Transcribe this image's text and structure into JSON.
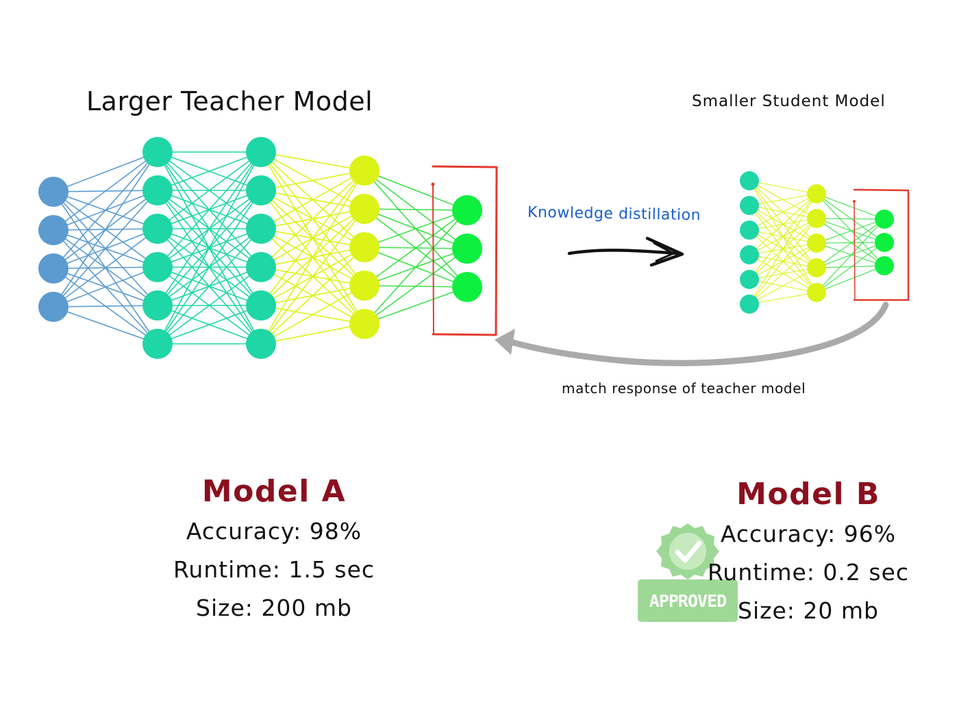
{
  "teacher": {
    "title": "Larger Teacher Model"
  },
  "student": {
    "title": "Smaller Student Model"
  },
  "distillation": {
    "label": "Knowledge distillation"
  },
  "feedback": {
    "label": "match response of teacher model"
  },
  "model_a": {
    "title": "Model A",
    "accuracy": "Accuracy: 98%",
    "runtime": "Runtime: 1.5 sec",
    "size": "Size: 200 mb"
  },
  "model_b": {
    "title": "Model B",
    "accuracy": "Accuracy: 96%",
    "runtime": "Runtime: 0.2 sec",
    "size": "Size: 20 mb"
  },
  "stamp": {
    "label": "APPROVED"
  },
  "teacher_network": {
    "layer_sizes": [
      4,
      6,
      6,
      5,
      3
    ]
  },
  "student_network": {
    "layer_sizes": [
      6,
      5,
      3
    ]
  },
  "colors": {
    "layer1": "#5b9bd0",
    "layer2": "#1ed6a6",
    "layer3": "#1ed6a6",
    "layer4": "#dcf317",
    "output": "#0ef03f",
    "edge_blue": "#5b9bd0",
    "edge_teal": "#1ed6a6",
    "edge_yellow": "#dcf317",
    "edge_green": "#3de04a",
    "red_box": "#e33b2d",
    "kd_text": "#1a5fd0",
    "model_title": "#8b0f1f",
    "arrow": "#111111",
    "curve": "#aaaaaa",
    "stamp": "#86cf7c"
  },
  "icons": {
    "stamp_badge": "check-badge-icon",
    "flow_arrow": "arrow-right-icon",
    "feedback_arrow": "curved-arrow-icon"
  }
}
